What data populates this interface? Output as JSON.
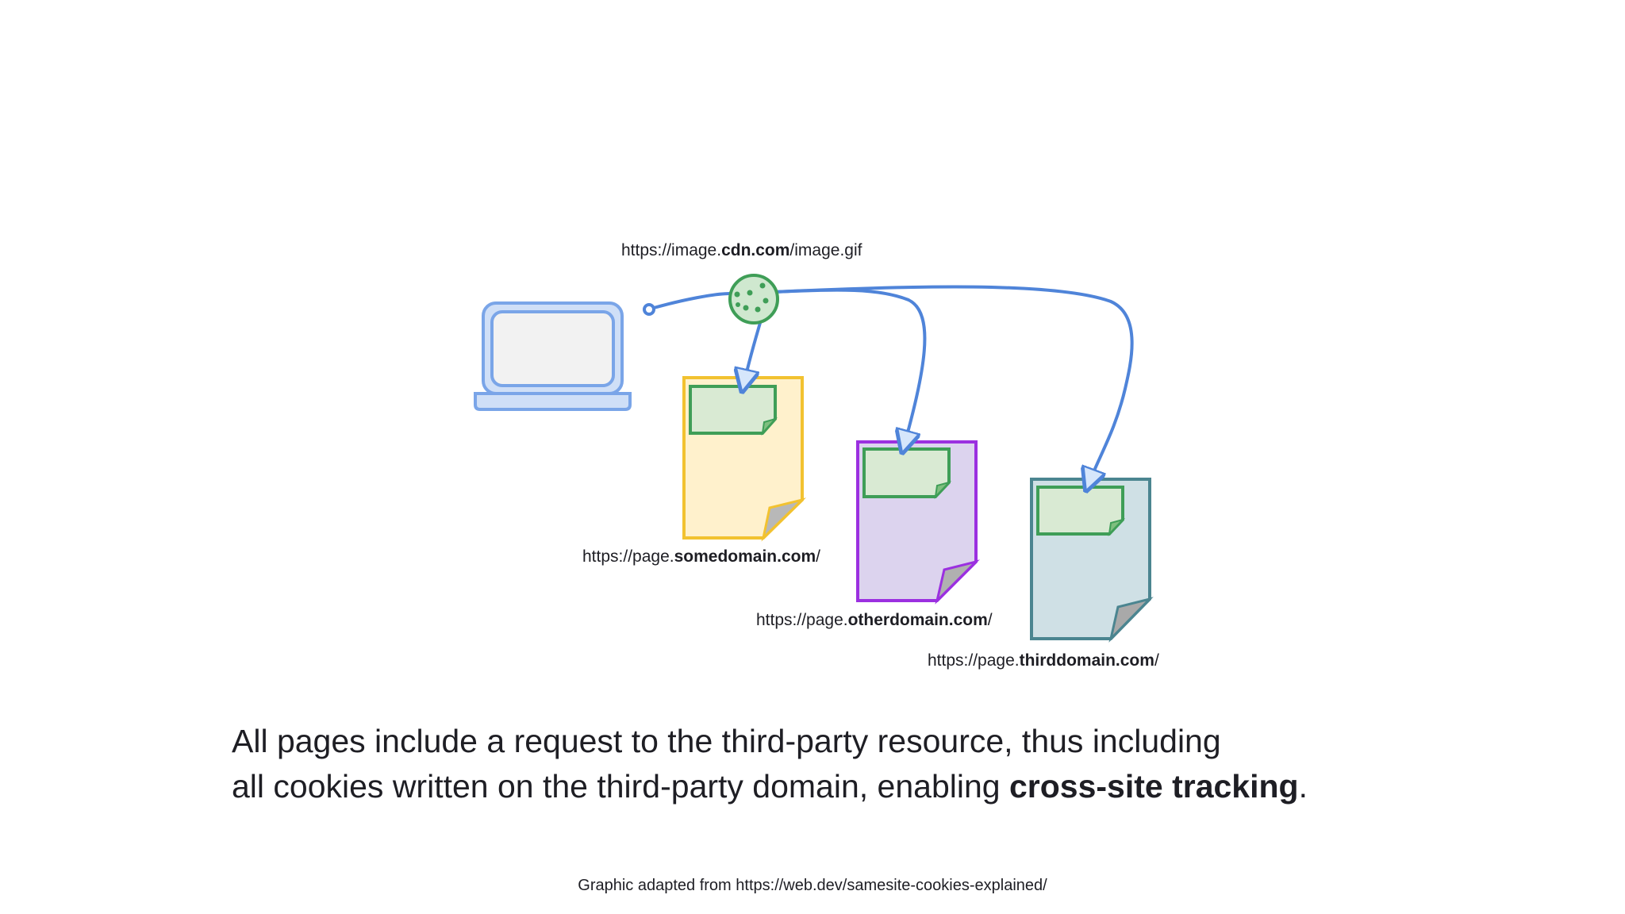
{
  "diagram": {
    "cdn_url": {
      "pre": "https://image.",
      "bold": "cdn.com",
      "post": "/image.gif"
    },
    "pages": [
      {
        "pre": "https://page.",
        "bold": "somedomain.com",
        "post": "/"
      },
      {
        "pre": "https://page.",
        "bold": "otherdomain.com",
        "post": "/"
      },
      {
        "pre": "https://page.",
        "bold": "thirddomain.com",
        "post": "/"
      }
    ]
  },
  "caption": {
    "line1": "All pages include a request to the third-party resource, thus including",
    "line2_pre": "all cookies written on the third-party domain, enabling ",
    "line2_bold": "cross-site tracking",
    "line2_post": "."
  },
  "credit": "Graphic adapted from https://web.dev/samesite-cookies-explained/",
  "colors": {
    "laptop": "#7aa5e8",
    "arrow": "#4f84d9",
    "cookie": "#3f9e57",
    "page_some": "#f2c230",
    "page_other": "#9b30e0",
    "page_third": "#4b8590"
  },
  "icons": [
    "laptop-icon",
    "cookie-icon",
    "document-icon"
  ]
}
